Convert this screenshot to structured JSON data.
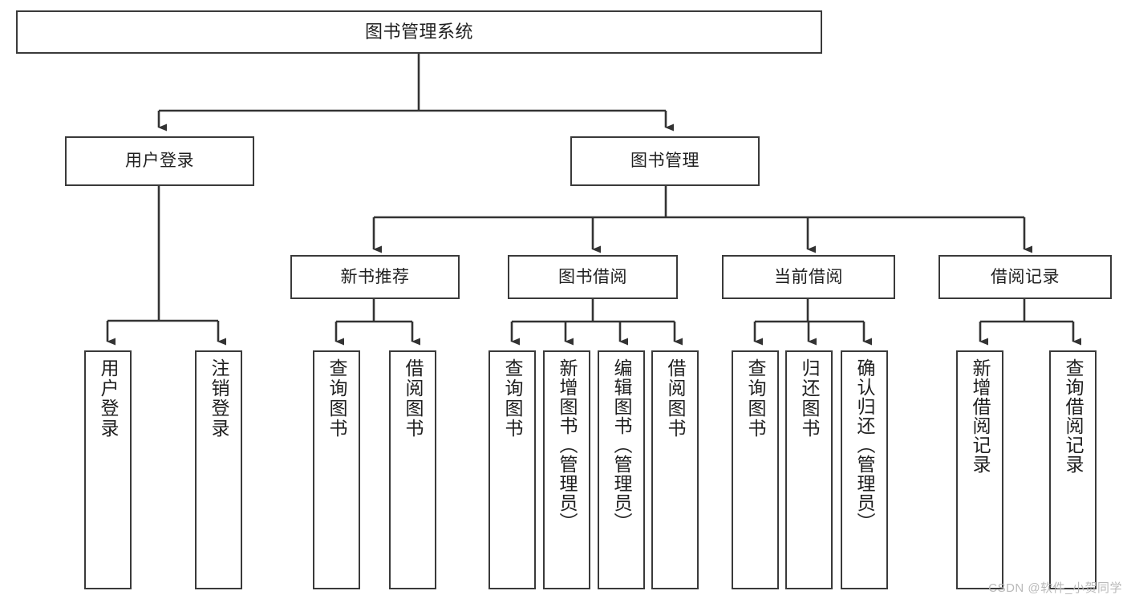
{
  "diagram": {
    "title": "图书管理系统",
    "type": "tree",
    "watermark": "CSDN @软件_小贺同学",
    "colors": {
      "box_border": "#3a3a3a",
      "box_fill": "#ffffff",
      "connector": "#333333",
      "text": "#1f1f1f",
      "watermark": "#b9b9b9",
      "background": "#ffffff"
    },
    "levels": {
      "root": "图书管理系统",
      "level2": [
        "用户登录",
        "图书管理"
      ],
      "level3": [
        "新书推荐",
        "图书借阅",
        "当前借阅",
        "借阅记录"
      ]
    },
    "nodes": {
      "root": {
        "label": "图书管理系统"
      },
      "user_login": {
        "label": "用户登录"
      },
      "book_manage": {
        "label": "图书管理"
      },
      "new_book_rec": {
        "label": "新书推荐"
      },
      "book_borrow": {
        "label": "图书借阅"
      },
      "current_borrow": {
        "label": "当前借阅"
      },
      "borrow_record": {
        "label": "借阅记录"
      },
      "leaf_user_login": {
        "label": "用户登录"
      },
      "leaf_logout_login": {
        "label": "注销登录"
      },
      "leaf_query_book_a": {
        "label": "查询图书"
      },
      "leaf_borrow_book_a": {
        "label": "借阅图书"
      },
      "leaf_query_book_b": {
        "label": "查询图书"
      },
      "leaf_add_book_admin": {
        "label": "新增图书（管理员）"
      },
      "leaf_edit_book_admin": {
        "label": "编辑图书（管理员）"
      },
      "leaf_borrow_book_b": {
        "label": "借阅图书"
      },
      "leaf_query_book_c": {
        "label": "查询图书"
      },
      "leaf_return_book": {
        "label": "归还图书"
      },
      "leaf_confirm_return_admin": {
        "label": "确认归还（管理员）"
      },
      "leaf_add_borrow_record": {
        "label": "新增借阅记录"
      },
      "leaf_query_borrow_record": {
        "label": "查询借阅记录"
      }
    },
    "edges": [
      {
        "from": "root",
        "to": "user_login"
      },
      {
        "from": "root",
        "to": "book_manage"
      },
      {
        "from": "user_login",
        "to": "leaf_user_login"
      },
      {
        "from": "user_login",
        "to": "leaf_logout_login"
      },
      {
        "from": "book_manage",
        "to": "new_book_rec"
      },
      {
        "from": "book_manage",
        "to": "book_borrow"
      },
      {
        "from": "book_manage",
        "to": "current_borrow"
      },
      {
        "from": "book_manage",
        "to": "borrow_record"
      },
      {
        "from": "new_book_rec",
        "to": "leaf_query_book_a"
      },
      {
        "from": "new_book_rec",
        "to": "leaf_borrow_book_a"
      },
      {
        "from": "book_borrow",
        "to": "leaf_query_book_b"
      },
      {
        "from": "book_borrow",
        "to": "leaf_add_book_admin"
      },
      {
        "from": "book_borrow",
        "to": "leaf_edit_book_admin"
      },
      {
        "from": "book_borrow",
        "to": "leaf_borrow_book_b"
      },
      {
        "from": "current_borrow",
        "to": "leaf_query_book_c"
      },
      {
        "from": "current_borrow",
        "to": "leaf_return_book"
      },
      {
        "from": "current_borrow",
        "to": "leaf_confirm_return_admin"
      },
      {
        "from": "borrow_record",
        "to": "leaf_add_borrow_record"
      },
      {
        "from": "borrow_record",
        "to": "leaf_query_borrow_record"
      }
    ]
  }
}
